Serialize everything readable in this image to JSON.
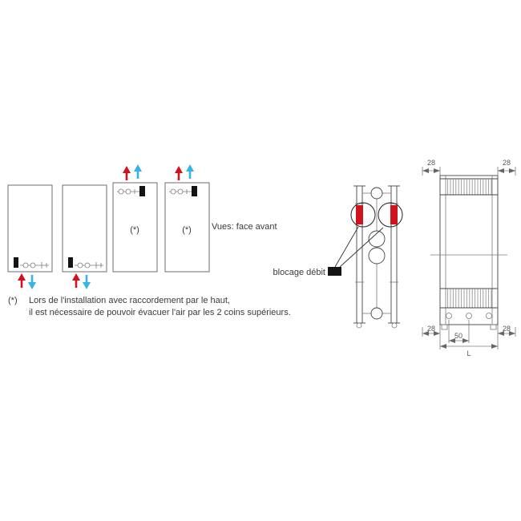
{
  "colors": {
    "hot": "#cf1420",
    "cold": "#35b4e5",
    "black": "#141414",
    "line": "#6e6e6e"
  },
  "front_views": {
    "caption": "Vues: face avant",
    "note_marker": "(*)"
  },
  "footnote": {
    "marker": "(*)",
    "line1": "Lors de l'installation avec raccordement par le haut,",
    "line2": "il est nécessaire de pouvoir évacuer l'air par les 2 coins supérieurs."
  },
  "side_view": {
    "label": "blocage débit"
  },
  "dims": {
    "top_left": "28",
    "top_right": "28",
    "bottom_left": "28",
    "bottom_right": "28",
    "spacing": "50",
    "overall": "L"
  }
}
